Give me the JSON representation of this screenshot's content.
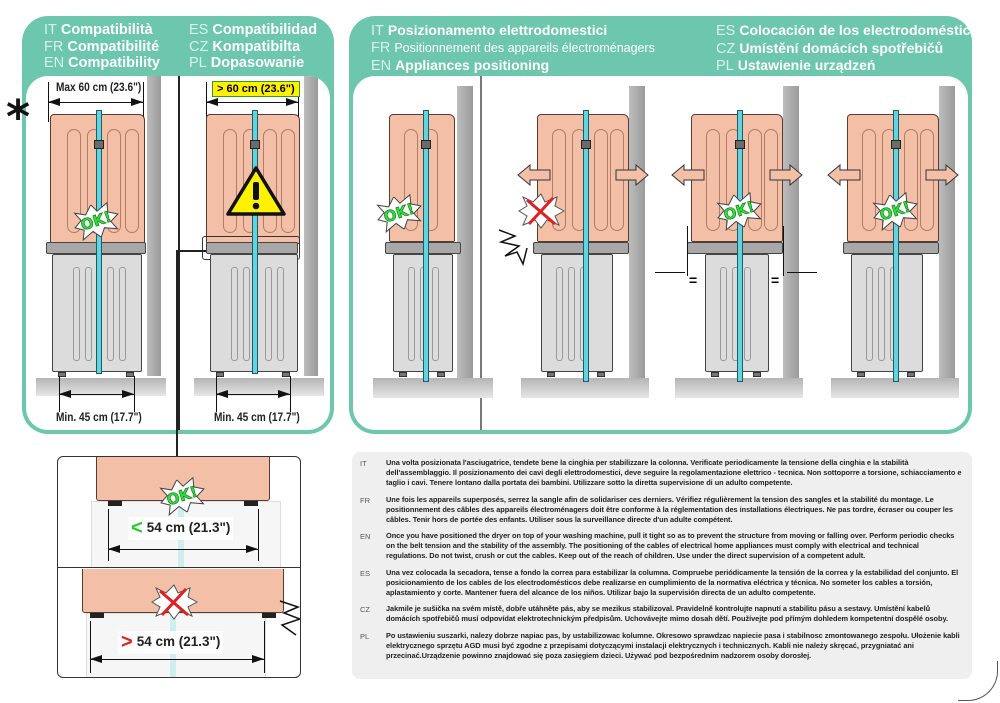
{
  "compatibility_panel": {
    "titles": [
      {
        "lang": "IT",
        "text": "Compatibilità"
      },
      {
        "lang": "ES",
        "text": "Compatibilidad"
      },
      {
        "lang": "FR",
        "text": "Compatibilité"
      },
      {
        "lang": "CZ",
        "text": "Kompatibilta"
      },
      {
        "lang": "EN",
        "text": "Compatibility"
      },
      {
        "lang": "PL",
        "text": "Dopasowanie"
      }
    ],
    "asterisk": "*",
    "left_figure": {
      "top_dimension": "Max 60 cm (23.6\")",
      "bottom_dimension": "Min. 45 cm (17.7\")",
      "ok_label": "OK!"
    },
    "right_figure": {
      "top_dimension": "> 60 cm (23.6\")",
      "bottom_dimension": "Min. 45 cm (17.7\")",
      "warning_icon": "warning-triangle-icon",
      "highlight_color": "#fff200"
    }
  },
  "detail_inset": {
    "ok_case": {
      "symbol": "<",
      "value": "54 cm (21.3\")",
      "ok_label": "OK!",
      "symbol_color": "#22cc22"
    },
    "bad_case": {
      "symbol": ">",
      "value": "54 cm (21.3\")",
      "symbol_color": "#e02020"
    }
  },
  "positioning_panel": {
    "titles": [
      {
        "lang": "IT",
        "text": "Posizionamento elettrodomestici"
      },
      {
        "lang": "ES",
        "text": "Colocación de los electrodomésticos"
      },
      {
        "lang": "FR",
        "text": "Positionnement des appareils électroménagers"
      },
      {
        "lang": "CZ",
        "text": "Umístění domácích spotřebičů"
      },
      {
        "lang": "EN",
        "text": "Appliances positioning"
      },
      {
        "lang": "PL",
        "text": "Ustawienie urządzeń"
      }
    ],
    "figures": [
      {
        "ok_label": "OK!",
        "status": "ok"
      },
      {
        "status": "not-ok"
      },
      {
        "ok_label": "OK!",
        "status": "ok",
        "equal_gap_mark": "="
      },
      {
        "ok_label": "OK!",
        "status": "ok"
      }
    ]
  },
  "notes": [
    {
      "lang": "IT",
      "text": "Una volta posizionata l'asciugatrice, tendete bene la cinghia per stabilizzare la colonna. Verificate periodicamente la tensione della cinghia e la stabilità dell'assemblaggio. Il posizionamento dei cavi degli elettrodomestici, deve seguire la regolamentazione elettrico - tecnica. Non sottoporre a torsione, schiacciamento e taglio i cavi. Tenere lontano dalla portata dei bambini. Utilizzare sotto la diretta supervisione di un adulto competente."
    },
    {
      "lang": "FR",
      "text": "Une fois les appareils superposés, serrez la sangle afin de solidariser ces derniers. Vérifiez régulièrement la tension des sangles et la stabilité du montage. Le positionnement des câbles des appareils électroménagers doit être conforme à la réglementation des installations électriques. Ne pas tordre, écraser ou couper les câbles. Tenir hors de portée des enfants. Utiliser sous la surveillance directe d'un adulte compétent."
    },
    {
      "lang": "EN",
      "text": "Once you have positioned the dryer on top of your washing machine, pull it tight so as to prevent the structure from moving or falling over. Perform periodic checks on the belt tension and the stability of the assembly. The positioning of the cables of electrical home appliances must comply with electrical and technical regulations. Do not twist, crush or cut the cables. Keep out of the reach of children. Use under the direct supervision of a competent adult."
    },
    {
      "lang": "ES",
      "text": "Una vez colocada la secadora, tense a fondo la correa para estabilizar la columna. Compruebe periódicamente la tensión de la correa y la estabilidad del conjunto. El posicionamiento de los cables de los electrodomésticos debe realizarse en cumplimiento de la normativa eléctrica y técnica. No someter los cables a torsión, aplastamiento y corte. Mantener fuera del alcance de los niños. Utilizar bajo la supervisión directa de un adulto competente."
    },
    {
      "lang": "CZ",
      "text": "Jakmile je sušička na svém místě, dobře utáhněte pás, aby se mezikus stabilizoval. Pravidelně kontrolujte napnutí a stabilitu pásu a sestavy. Umístění kabelů domácích spotřebičů musí odpovídat elektrotechnickým předpisům.  Uchovávejte mimo dosah dětí. Používejte pod přímým dohledem kompetentní dospělé osoby."
    },
    {
      "lang": "PL",
      "text": "Po ustawieniu suszarki, nalezy dobrze napiac pas, by ustabilizowac kolumne. Okresowo sprawdzac napiecie pasa i stabilnosc zmontowanego zespołu. Ułożenie kabli elektrycznego sprzętu AGD musi być zgodne z przepisami dotyczącymi instalacji elektrycznych i technicznych. Kabli nie należy skręcać, przygniatać ani przecinać.Urządzenie powinno znajdować się poza zasięgiem dzieci. Używać pod bezpośrednim nadzorem osoby dorosłej."
    }
  ],
  "colors": {
    "panel_accent": "#6cc7ac",
    "dryer": "#f3bfa6",
    "washer": "#dcdcdc",
    "strap": "#5fd6df",
    "ok_green": "#2ee03a",
    "error_red": "#e02020"
  }
}
